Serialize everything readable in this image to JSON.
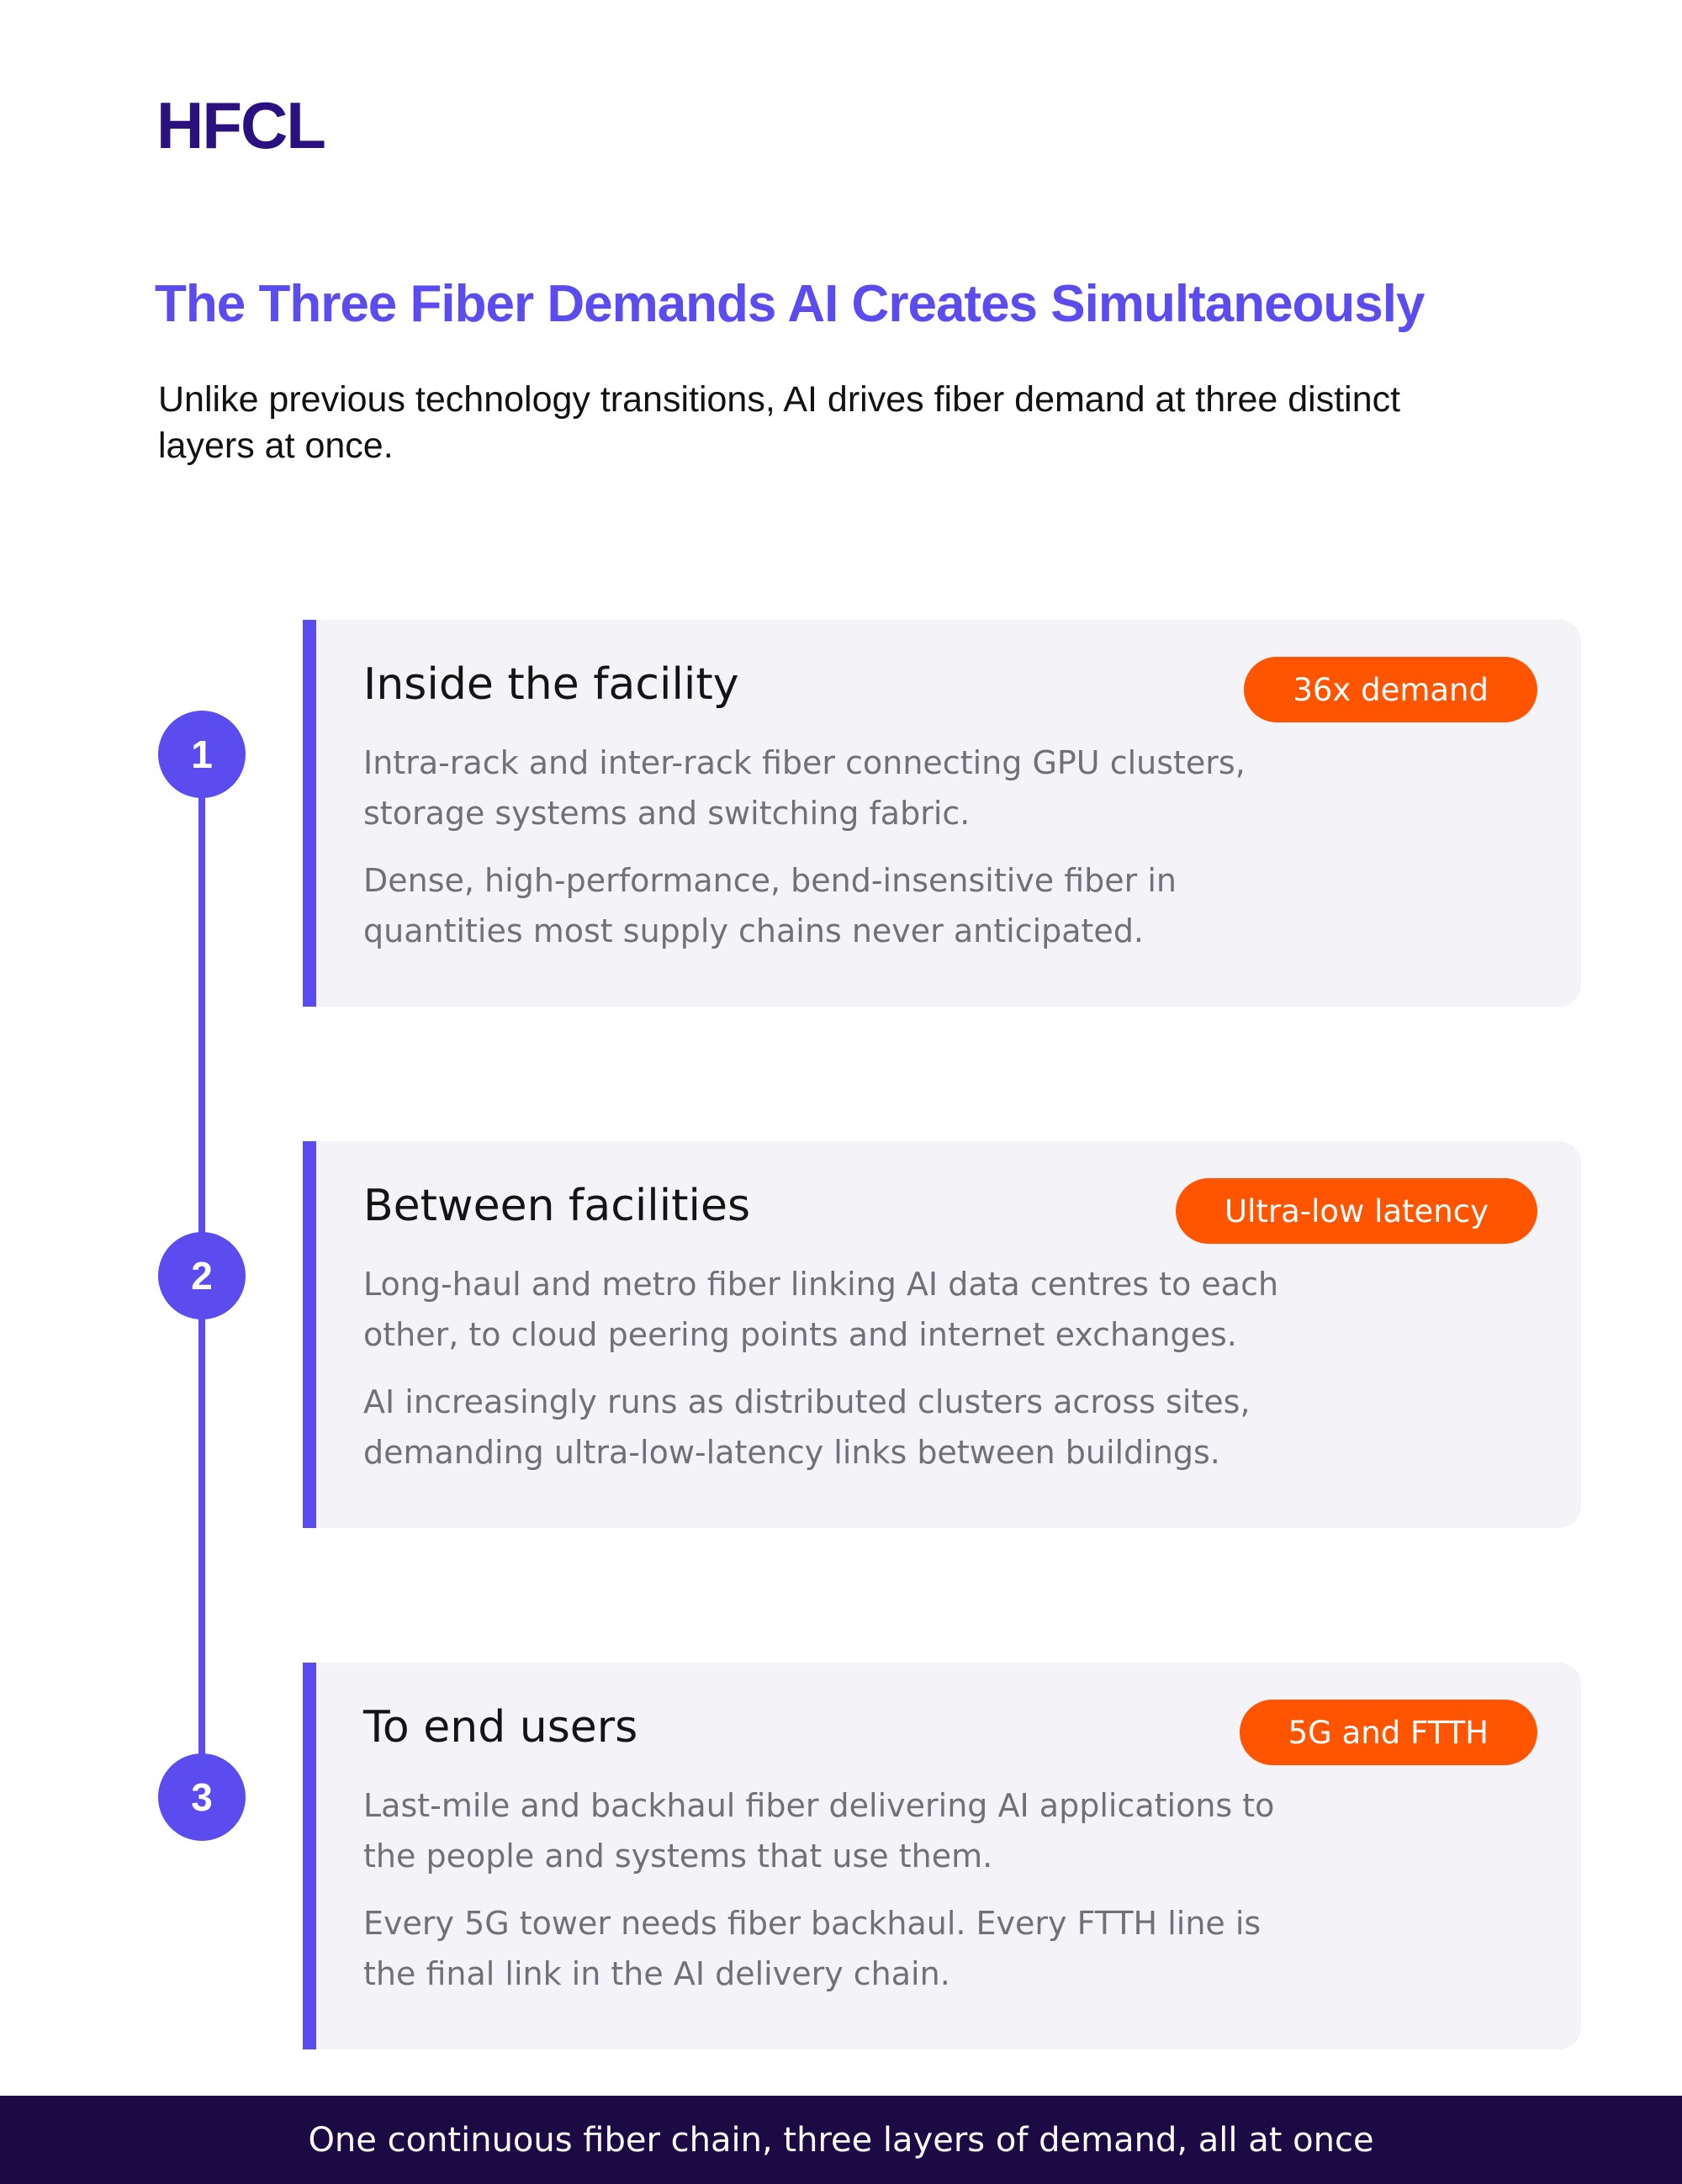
{
  "brand": {
    "logo_text": "HFCL"
  },
  "header": {
    "title": "The Three Fiber Demands AI Creates Simultaneously",
    "subtitle": "Unlike previous technology transitions, AI drives fiber demand at three distinct layers at once."
  },
  "steps": [
    {
      "number": "1",
      "title": "Inside the facility",
      "badge": "36x demand",
      "paragraphs": [
        "Intra-rack and inter-rack fiber connecting GPU clusters, storage systems and switching fabric.",
        "Dense, high-performance, bend-insensitive fiber in quantities most supply chains never anticipated."
      ]
    },
    {
      "number": "2",
      "title": "Between facilities",
      "badge": "Ultra-low latency",
      "paragraphs": [
        "Long-haul and metro fiber linking AI data centres to each other, to cloud peering points and internet exchanges.",
        "AI increasingly runs as distributed clusters across sites, demanding ultra-low-latency links between buildings."
      ]
    },
    {
      "number": "3",
      "title": "To end users",
      "badge": "5G and FTTH",
      "paragraphs": [
        "Last-mile and backhaul fiber delivering AI applications to the people and systems that use them.",
        "Every 5G tower needs fiber backhaul. Every FTTH line is the final link in the AI delivery chain."
      ]
    }
  ],
  "footer": {
    "text": "One continuous fiber chain, three layers of demand, all at once"
  },
  "colors": {
    "accent": "#5b4cf0",
    "logo": "#2b1080",
    "badge": "#ff5400",
    "card_background": "#f4f4f8",
    "footer_background": "#1c0a44"
  }
}
